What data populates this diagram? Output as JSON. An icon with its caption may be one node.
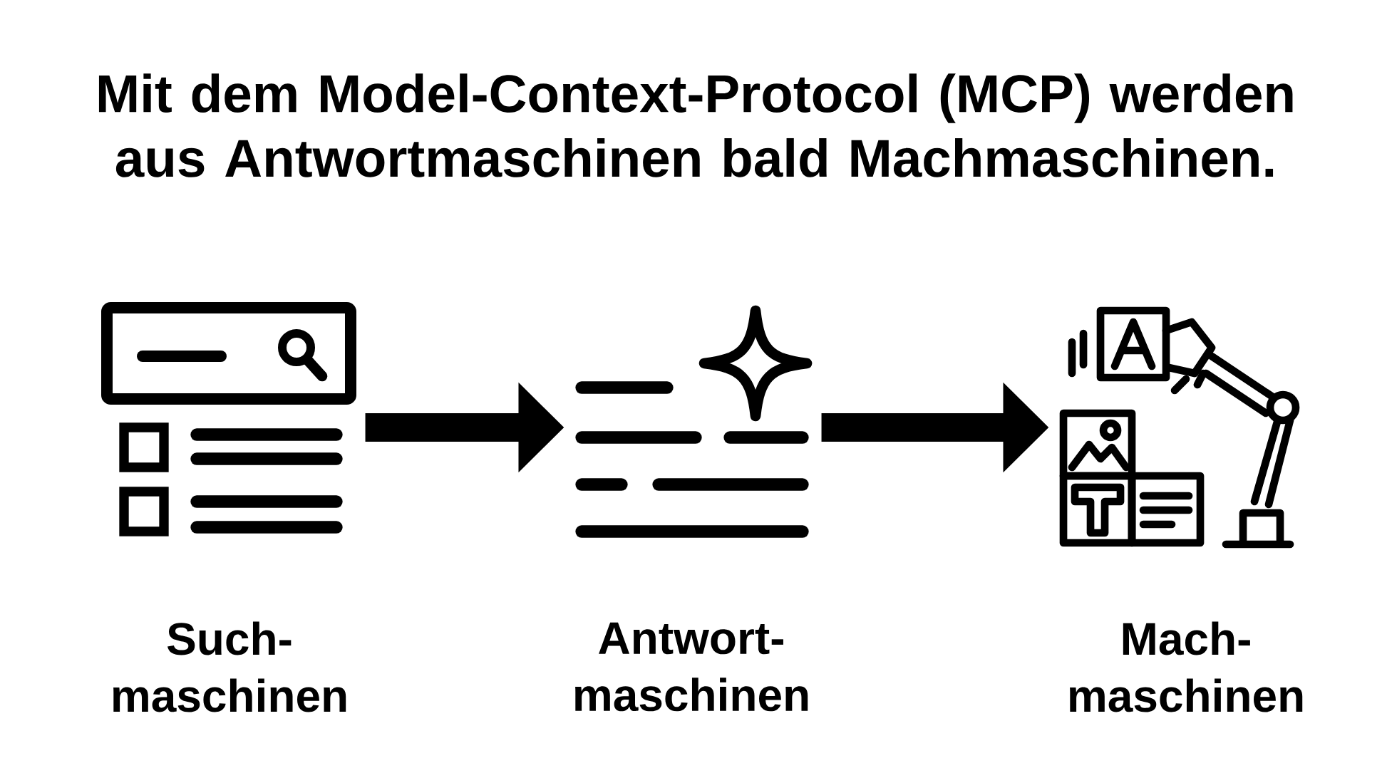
{
  "diagram": {
    "title": "Mit dem Model-Context-Protocol (MCP) werden aus Antwortmaschinen bald Machmaschinen.",
    "nodes": [
      {
        "text": [],
        "shape": "picture",
        "beside": [
          "Such- maschinen"
        ]
      },
      {
        "text": [],
        "shape": "picture",
        "beside": [
          "Antwort- maschinen"
        ]
      },
      {
        "text": [],
        "shape": "picture",
        "beside": [
          "Mach- maschinen"
        ]
      }
    ],
    "edges": [
      {
        "from": 0,
        "to": 1,
        "arrow": "to"
      },
      {
        "from": 1,
        "to": 2,
        "arrow": "to"
      }
    ]
  }
}
